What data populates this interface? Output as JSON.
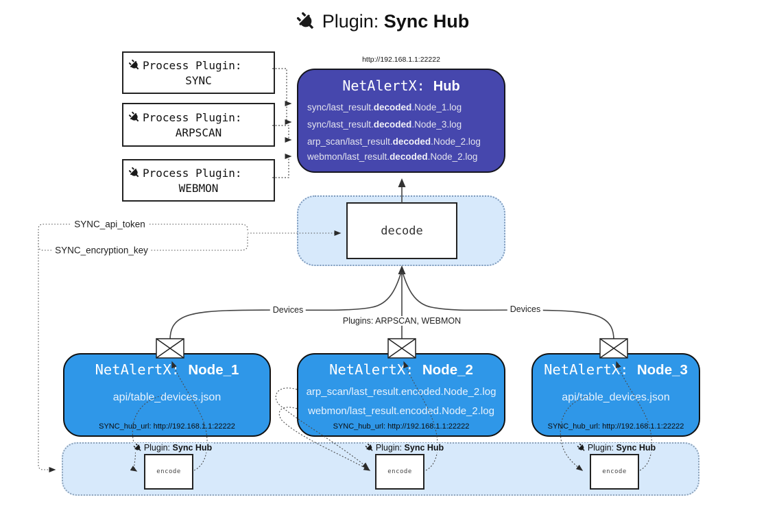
{
  "title": {
    "prefix": "Plugin:",
    "name": "Sync Hub"
  },
  "process_plugins": [
    {
      "label": "Process Plugin:",
      "name": "SYNC"
    },
    {
      "label": "Process Plugin:",
      "name": "ARPSCAN"
    },
    {
      "label": "Process Plugin:",
      "name": "WEBMON"
    }
  ],
  "hub": {
    "url": "http://192.168.1.1:22222",
    "title_mono": "NetAlertX:",
    "title_bold": "Hub",
    "lines": [
      {
        "pre": "sync/last_result.",
        "bold": "decoded",
        "post": ".Node_1.log"
      },
      {
        "pre": "sync/last_result.",
        "bold": "decoded",
        "post": ".Node_3.log"
      },
      {
        "pre": "arp_scan/last_result.",
        "bold": "decoded",
        "post": ".Node_2.log"
      },
      {
        "pre": "webmon/last_result.",
        "bold": "decoded",
        "post": ".Node_2.log"
      }
    ]
  },
  "decode": {
    "label": "decode"
  },
  "tokens": {
    "api_token": "SYNC_api_token",
    "encryption_key": "SYNC_encryption_key"
  },
  "edges": {
    "devices_left": "Devices",
    "plugins_mid": "Plugins: ARPSCAN, WEBMON",
    "devices_right": "Devices"
  },
  "nodes": [
    {
      "title_mono": "NetAlertX:",
      "title_bold": "Node_1",
      "lines": [
        "api/table_devices.json"
      ],
      "footer": "SYNC_hub_url: http://192.168.1.1:22222"
    },
    {
      "title_mono": "NetAlertX:",
      "title_bold": "Node_2",
      "lines": [
        "arp_scan/last_result.encoded.Node_2.log",
        "webmon/last_result.encoded.Node_2.log"
      ],
      "footer": "SYNC_hub_url: http://192.168.1.1:22222"
    },
    {
      "title_mono": "NetAlertX:",
      "title_bold": "Node_3",
      "lines": [
        "api/table_devices.json"
      ],
      "footer": "SYNC_hub_url: http://192.168.1.1:22222"
    }
  ],
  "band": {
    "plugin_label": "Plugin:",
    "plugin_name": "Sync Hub",
    "encode_label": "encode"
  },
  "colors": {
    "hub": "#4647ad",
    "node": "#2f97e8",
    "band": "#d7e9fb",
    "wire": "#444444"
  }
}
